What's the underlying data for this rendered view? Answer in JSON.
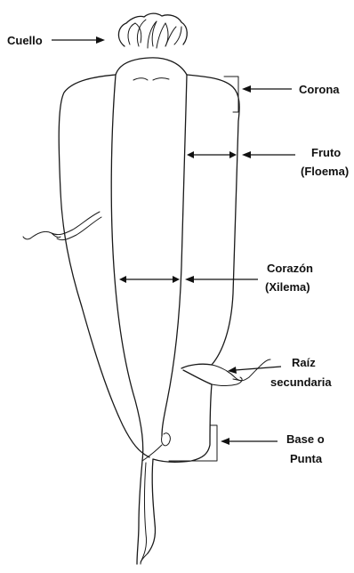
{
  "labels": {
    "cuello": "Cuello",
    "corona": "Corona",
    "fruto_line1": "Fruto",
    "fruto_line2": "(Floema)",
    "corazon_line1": "Corazón",
    "corazon_line2": "(Xilema)",
    "raiz_line1": "Raíz",
    "raiz_line2": "secundaria",
    "base_line1": "Base o",
    "base_line2": "Punta"
  }
}
